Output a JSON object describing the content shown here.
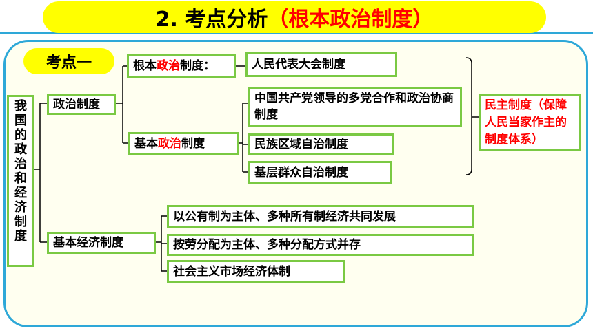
{
  "title": {
    "main": "2. 考点分析",
    "sub": "（根本政治制度）"
  },
  "badge": "考点一",
  "root": "我国的政治和经济制度",
  "political": {
    "label": "政治制度",
    "fundamental": {
      "pre": "根本",
      "hl": "政治",
      "post": "制度："
    },
    "fundamental_value": "人民代表大会制度",
    "basic": {
      "pre": "基本",
      "hl": "政治",
      "post": "制度"
    },
    "basic_items": [
      "中国共产党领导的多党合作和政治协商制度",
      "民族区域自治制度",
      "基层群众自治制度"
    ],
    "summary": "民主制度（保障人民当家作主的制度体系）"
  },
  "economic": {
    "label": "基本经济制度",
    "items": [
      "以公有制为主体、多种所有制经济共同发展",
      "按劳分配为主体、多种分配方式并存",
      "社会主义市场经济体制"
    ]
  },
  "colors": {
    "title_bg": "#ffff00",
    "accent": "#2ea8d8",
    "box_border": "#7ac943",
    "highlight": "#ff0000"
  }
}
